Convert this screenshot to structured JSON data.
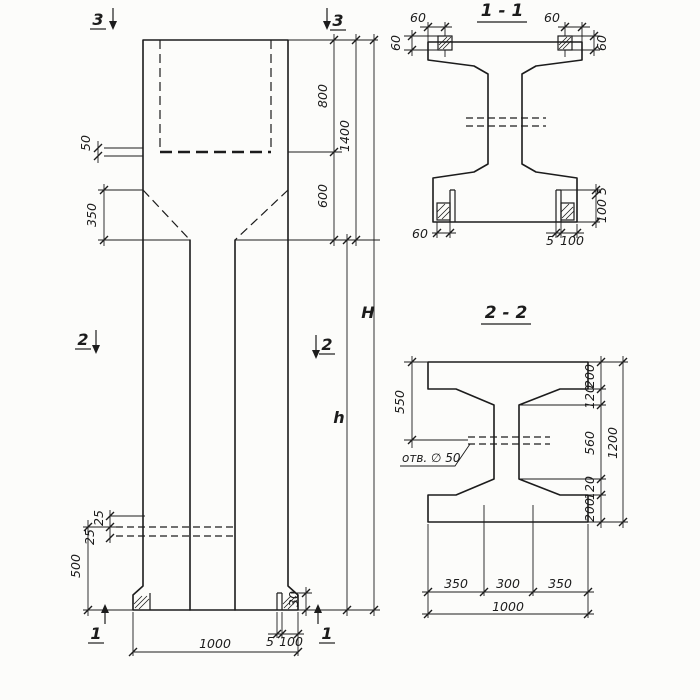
{
  "marks": {
    "one": "1",
    "two": "2",
    "three": "3"
  },
  "elevation": {
    "plate_50": "50",
    "taper_350": "350",
    "dim_800": "800",
    "dim_1400": "1400",
    "dim_600": "600",
    "height_total": "H",
    "height_lower": "h",
    "hole_offset_a": "25",
    "hole_offset_b": "25",
    "dim_500": "500",
    "dim_30": "30",
    "foot_5": "5",
    "foot_100": "100",
    "width_1000": "1000"
  },
  "section_1_1": {
    "title": "1 - 1",
    "top_left_60": "60",
    "top_right_60": "60",
    "left_60": "60",
    "right_60": "60",
    "bottom_left_60": "60",
    "bottom_5": "5",
    "bottom_100": "100",
    "right_5": "5",
    "right_100": "100"
  },
  "section_2_2": {
    "title": "2 - 2",
    "dim_550": "550",
    "hole_label": "отв. ∅ 50",
    "dim_200_top": "200",
    "dim_120_top": "120",
    "dim_560": "560",
    "dim_120_bottom": "120",
    "dim_200_bottom": "200",
    "dim_1200": "1200",
    "dim_350_left": "350",
    "dim_300": "300",
    "dim_350_right": "350",
    "width_1000": "1000"
  }
}
